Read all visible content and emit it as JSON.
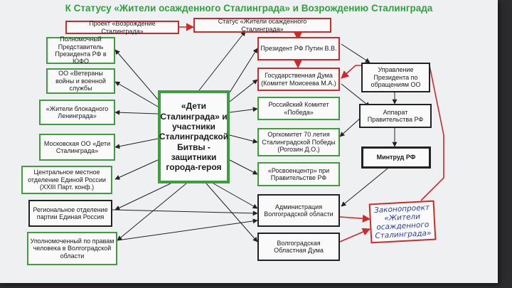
{
  "title": "К Статусу «Жители осажденного Сталинграда» и Возрождению Сталинграда",
  "colors": {
    "green": "#3f9c3f",
    "red": "#cc2b2b",
    "black": "#222222",
    "title_green": "#2fa23c",
    "handwriting_blue": "#2a3fa8"
  },
  "boxes": {
    "project": "Проект «Возрождение Сталинграда»",
    "status": "Статус «Жители осажденного Сталинграда»",
    "plenipotentiary": "Полномочный Представитель Президента РФ в ЮФО",
    "veterans": "ОО «Ветераны войны и военной службы",
    "blockade": "«Жители блокадного Ленинграда»",
    "moscow_oo": "Московская ОО «Дети Сталинграда»",
    "er_central": "Центральное местное отделение Единой России (XXIII Парт. конф.)",
    "er_regional": "Региональное отделение партии Единая Россия",
    "ombudsman": "Уполномоченный по правам человека в Волгоградской области",
    "center": "«Дети Сталинграда» и участники Сталинградской Битвы - защитники города-героя",
    "president": "Президент РФ Путин В.В.",
    "duma": "Государственная Дума (Комитет Моисеева М.А.)",
    "pobeda": "Российский Комитет «Победа»",
    "orgcom": "Оргкомитет 70 летия Сталинградской Победы (Рогозин Д.О.)",
    "rosvoen": "«Росвоенцентр» при Правительстве РФ",
    "admin": "Администрация Волгоградской области",
    "obl_duma": "Волгоградская Областная Дума",
    "pres_office": "Управление Президента по обращениям ОО",
    "apparat": "Аппарат Правительства РФ",
    "mintrud": "Минтруд РФ",
    "law_note": "Законопроект «Жители осажденного Сталинграда»"
  }
}
